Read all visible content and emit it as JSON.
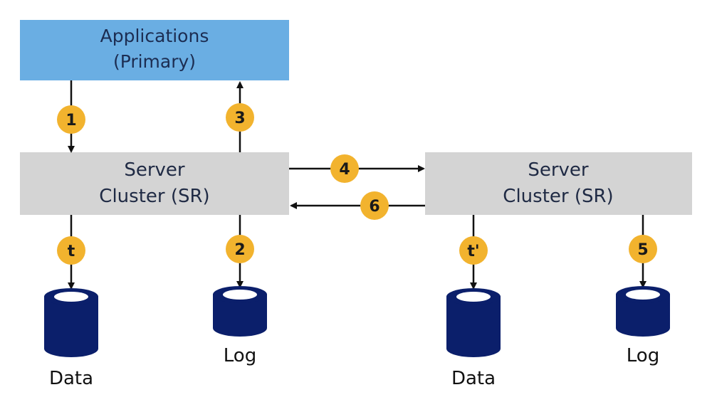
{
  "applications": {
    "line1": "Applications",
    "line2": "(Primary)"
  },
  "primary_server": {
    "line1": "Server",
    "line2": "Cluster (SR)"
  },
  "secondary_server": {
    "line1": "Server",
    "line2": "Cluster (SR)"
  },
  "steps": {
    "s1": "1",
    "s2": "2",
    "s3": "3",
    "s4": "4",
    "s5": "5",
    "s6": "6",
    "t": "t",
    "t_prime": "t'"
  },
  "storage": {
    "primary_data": "Data",
    "primary_log": "Log",
    "secondary_data": "Data",
    "secondary_log": "Log"
  },
  "colors": {
    "app_fill": "#6aaee3",
    "server_fill": "#d4d4d4",
    "badge_fill": "#f2b32e",
    "db_fill": "#0b1f6b",
    "line": "#111111"
  }
}
